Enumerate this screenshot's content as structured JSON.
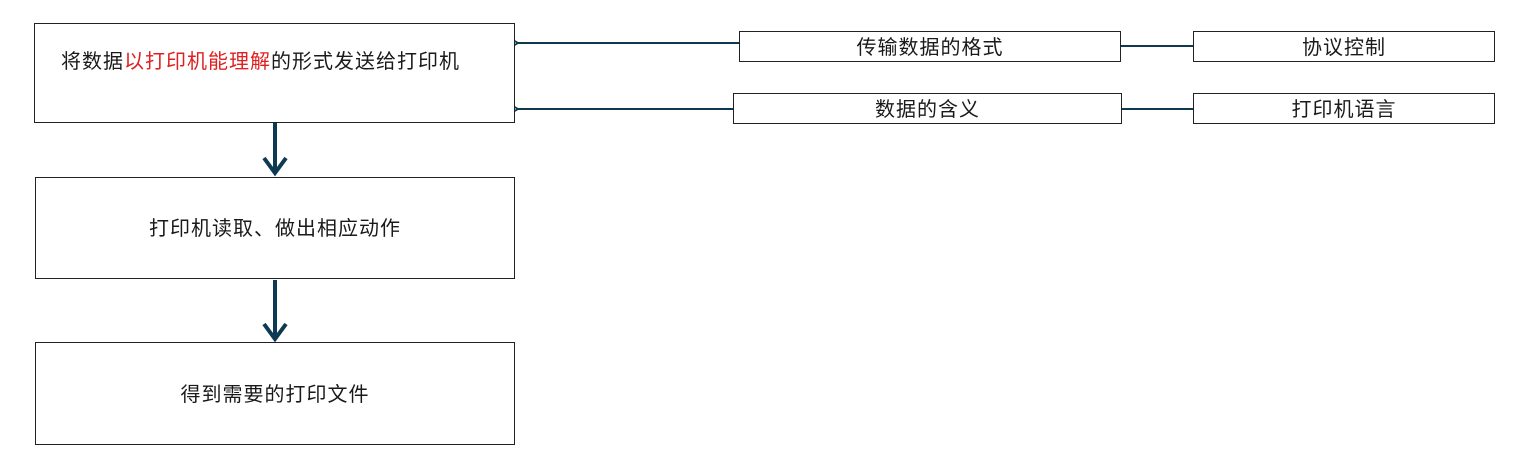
{
  "colors": {
    "arrow": "#0d3a52",
    "border": "#222222",
    "highlight": "#e02020",
    "text": "#1a1a1a"
  },
  "flow": {
    "step1": {
      "text_before": "将数据",
      "text_highlight": "以打印机能理解",
      "text_after": "的形式发送给打印机"
    },
    "step2": {
      "text": "打印机读取、做出相应动作"
    },
    "step3": {
      "text": "得到需要的打印文件"
    }
  },
  "aspects": {
    "format": {
      "label": "传输数据的格式",
      "mechanism": "协议控制"
    },
    "meaning": {
      "label": "数据的含义",
      "mechanism": "打印机语言"
    }
  }
}
